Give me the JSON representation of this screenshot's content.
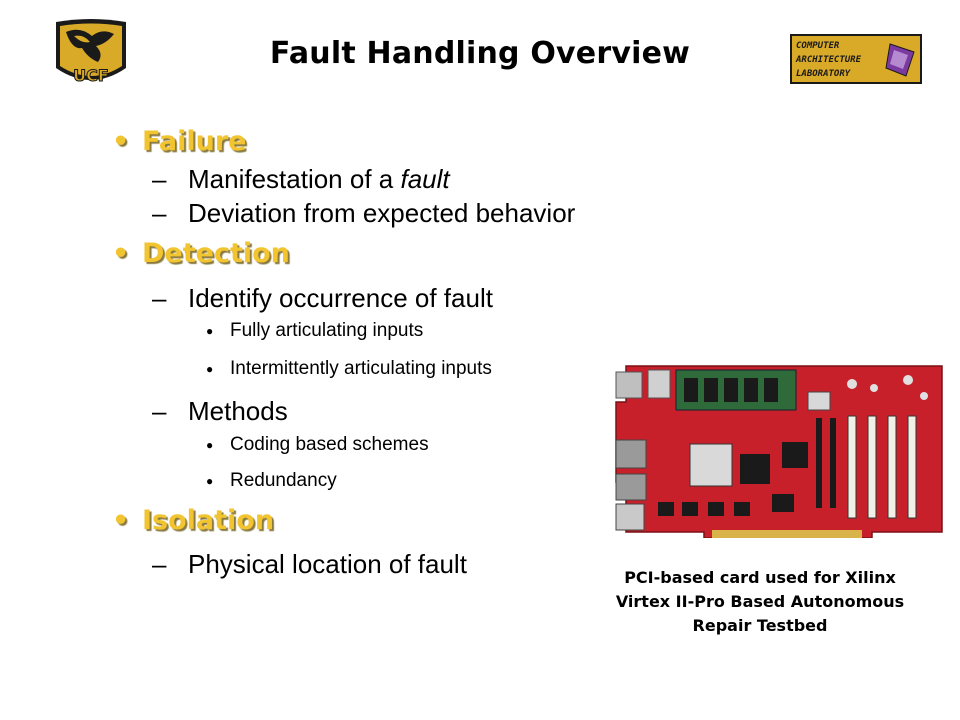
{
  "slide": {
    "title": "Fault Handling Overview"
  },
  "logos": {
    "left_text": "UCF",
    "right_line1": "COMPUTER",
    "right_line2": "ARCHITECTURE",
    "right_line3": "LABORATORY"
  },
  "bullets": {
    "failure": {
      "heading": "Failure",
      "item1_prefix": "Manifestation of a ",
      "item1_emph": "fault",
      "item2": "Deviation from expected behavior"
    },
    "detection": {
      "heading": "Detection",
      "item1": "Identify occurrence of fault",
      "item1_sub1": "Fully articulating inputs",
      "item1_sub2": "Intermittently articulating inputs",
      "item2": "Methods",
      "item2_sub1": "Coding based schemes",
      "item2_sub2": "Redundancy"
    },
    "isolation": {
      "heading": "Isolation",
      "item1": "Physical location of fault"
    }
  },
  "figure": {
    "caption_line1": "PCI-based card used for Xilinx",
    "caption_line2": "Virtex II-Pro Based Autonomous",
    "caption_line3": "Repair Testbed"
  },
  "colors": {
    "heading": "#f2c530",
    "board": "#c8202a"
  }
}
